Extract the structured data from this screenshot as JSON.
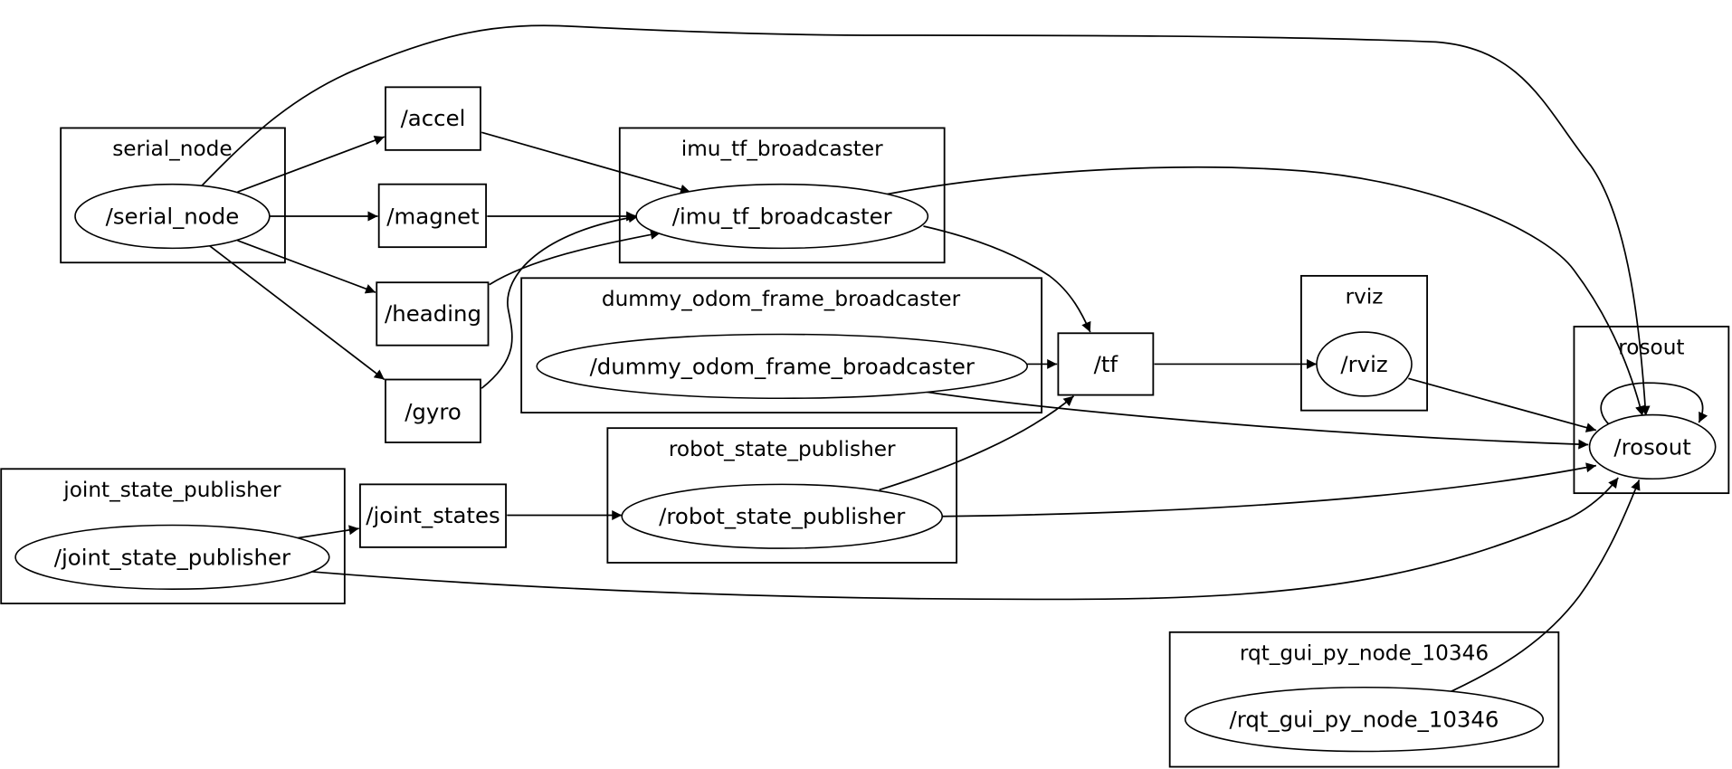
{
  "graph": {
    "clusters": [
      {
        "id": "serial_node",
        "label": "serial_node"
      },
      {
        "id": "imu_tf_broadcaster",
        "label": "imu_tf_broadcaster"
      },
      {
        "id": "dummy_odom_frame_broadcaster",
        "label": "dummy_odom_frame_broadcaster"
      },
      {
        "id": "robot_state_publisher",
        "label": "robot_state_publisher"
      },
      {
        "id": "joint_state_publisher",
        "label": "joint_state_publisher"
      },
      {
        "id": "rviz",
        "label": "rviz"
      },
      {
        "id": "rosout",
        "label": "rosout"
      },
      {
        "id": "rqt_gui_py_node_10346",
        "label": "rqt_gui_py_node_10346"
      }
    ],
    "nodes": [
      {
        "id": "serial_node",
        "label": "/serial_node",
        "kind": "node"
      },
      {
        "id": "imu_tf_broadcaster",
        "label": "/imu_tf_broadcaster",
        "kind": "node"
      },
      {
        "id": "dummy_odom_frame_broadcaster",
        "label": "/dummy_odom_frame_broadcaster",
        "kind": "node"
      },
      {
        "id": "robot_state_publisher",
        "label": "/robot_state_publisher",
        "kind": "node"
      },
      {
        "id": "joint_state_publisher",
        "label": "/joint_state_publisher",
        "kind": "node"
      },
      {
        "id": "rviz",
        "label": "/rviz",
        "kind": "node"
      },
      {
        "id": "rosout",
        "label": "/rosout",
        "kind": "node"
      },
      {
        "id": "rqt_gui_py_node_10346",
        "label": "/rqt_gui_py_node_10346",
        "kind": "node"
      }
    ],
    "topics": [
      {
        "id": "accel",
        "label": "/accel"
      },
      {
        "id": "magnet",
        "label": "/magnet"
      },
      {
        "id": "heading",
        "label": "/heading"
      },
      {
        "id": "gyro",
        "label": "/gyro"
      },
      {
        "id": "tf",
        "label": "/tf"
      },
      {
        "id": "joint_states",
        "label": "/joint_states"
      }
    ],
    "edges": [
      {
        "from": "/serial_node",
        "to": "/accel"
      },
      {
        "from": "/serial_node",
        "to": "/magnet"
      },
      {
        "from": "/serial_node",
        "to": "/heading"
      },
      {
        "from": "/serial_node",
        "to": "/gyro"
      },
      {
        "from": "/serial_node",
        "to": "/rosout"
      },
      {
        "from": "/accel",
        "to": "/imu_tf_broadcaster"
      },
      {
        "from": "/magnet",
        "to": "/imu_tf_broadcaster"
      },
      {
        "from": "/heading",
        "to": "/imu_tf_broadcaster"
      },
      {
        "from": "/gyro",
        "to": "/imu_tf_broadcaster"
      },
      {
        "from": "/imu_tf_broadcaster",
        "to": "/tf"
      },
      {
        "from": "/imu_tf_broadcaster",
        "to": "/rosout"
      },
      {
        "from": "/dummy_odom_frame_broadcaster",
        "to": "/tf"
      },
      {
        "from": "/dummy_odom_frame_broadcaster",
        "to": "/rosout"
      },
      {
        "from": "/robot_state_publisher",
        "to": "/tf"
      },
      {
        "from": "/robot_state_publisher",
        "to": "/rosout"
      },
      {
        "from": "/joint_state_publisher",
        "to": "/joint_states"
      },
      {
        "from": "/joint_state_publisher",
        "to": "/rosout"
      },
      {
        "from": "/joint_states",
        "to": "/robot_state_publisher"
      },
      {
        "from": "/tf",
        "to": "/rviz"
      },
      {
        "from": "/rviz",
        "to": "/rosout"
      },
      {
        "from": "/rosout",
        "to": "/rosout"
      },
      {
        "from": "/rqt_gui_py_node_10346",
        "to": "/rosout"
      }
    ]
  }
}
